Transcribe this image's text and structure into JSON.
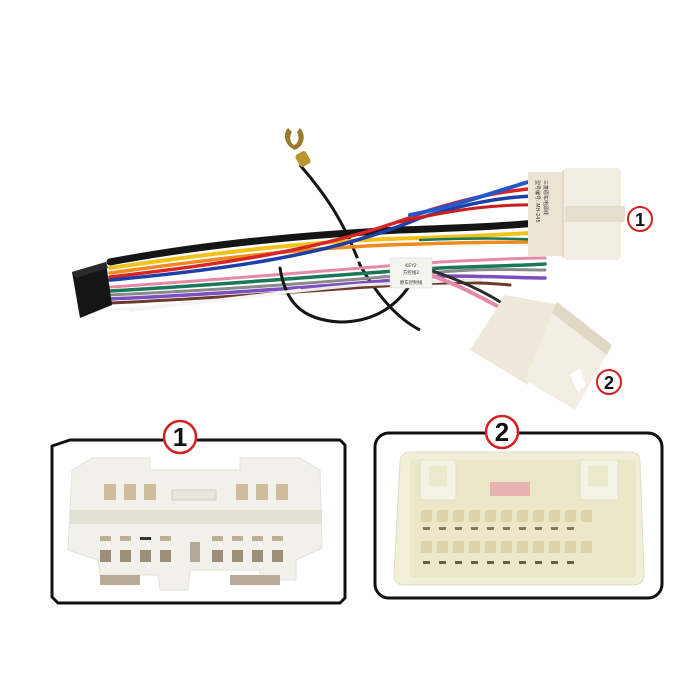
{
  "product": {
    "subject": "car stereo wiring harness adapter with two OEM connectors",
    "background_color": "#ffffff"
  },
  "badges": {
    "connector_1": "1",
    "connector_2": "2",
    "color": "#d42020"
  },
  "labels": {
    "main_connector_label": [
      "三菱原车电源线",
      "型号编号: MH-245"
    ],
    "tag_label": [
      "KEY2",
      "方控线2",
      "原车控制线"
    ]
  },
  "detail_panels": [
    {
      "id": "1",
      "title": "1",
      "description": "Close-up face of connector 1 (two rows of terminals, 16-pin style)"
    },
    {
      "id": "2",
      "title": "2",
      "description": "Close-up face of connector 2 (2x11 terminal grid)"
    }
  ],
  "wire_colors": [
    "#f2c21a",
    "#f08a1e",
    "#ffffff",
    "#e58aa6",
    "#1d3fa8",
    "#2b2b2b",
    "#18795a",
    "#8a8a8a",
    "#7b4fc0",
    "#d92525",
    "#6b3a2a"
  ],
  "colors": {
    "connector_plastic": "#efe9dc",
    "connector_shadow": "#d6cdb8",
    "panel2_plastic": "#f1efd8",
    "black_plug": "#151515",
    "frame": "#111111",
    "spade": "#a88a3a"
  }
}
